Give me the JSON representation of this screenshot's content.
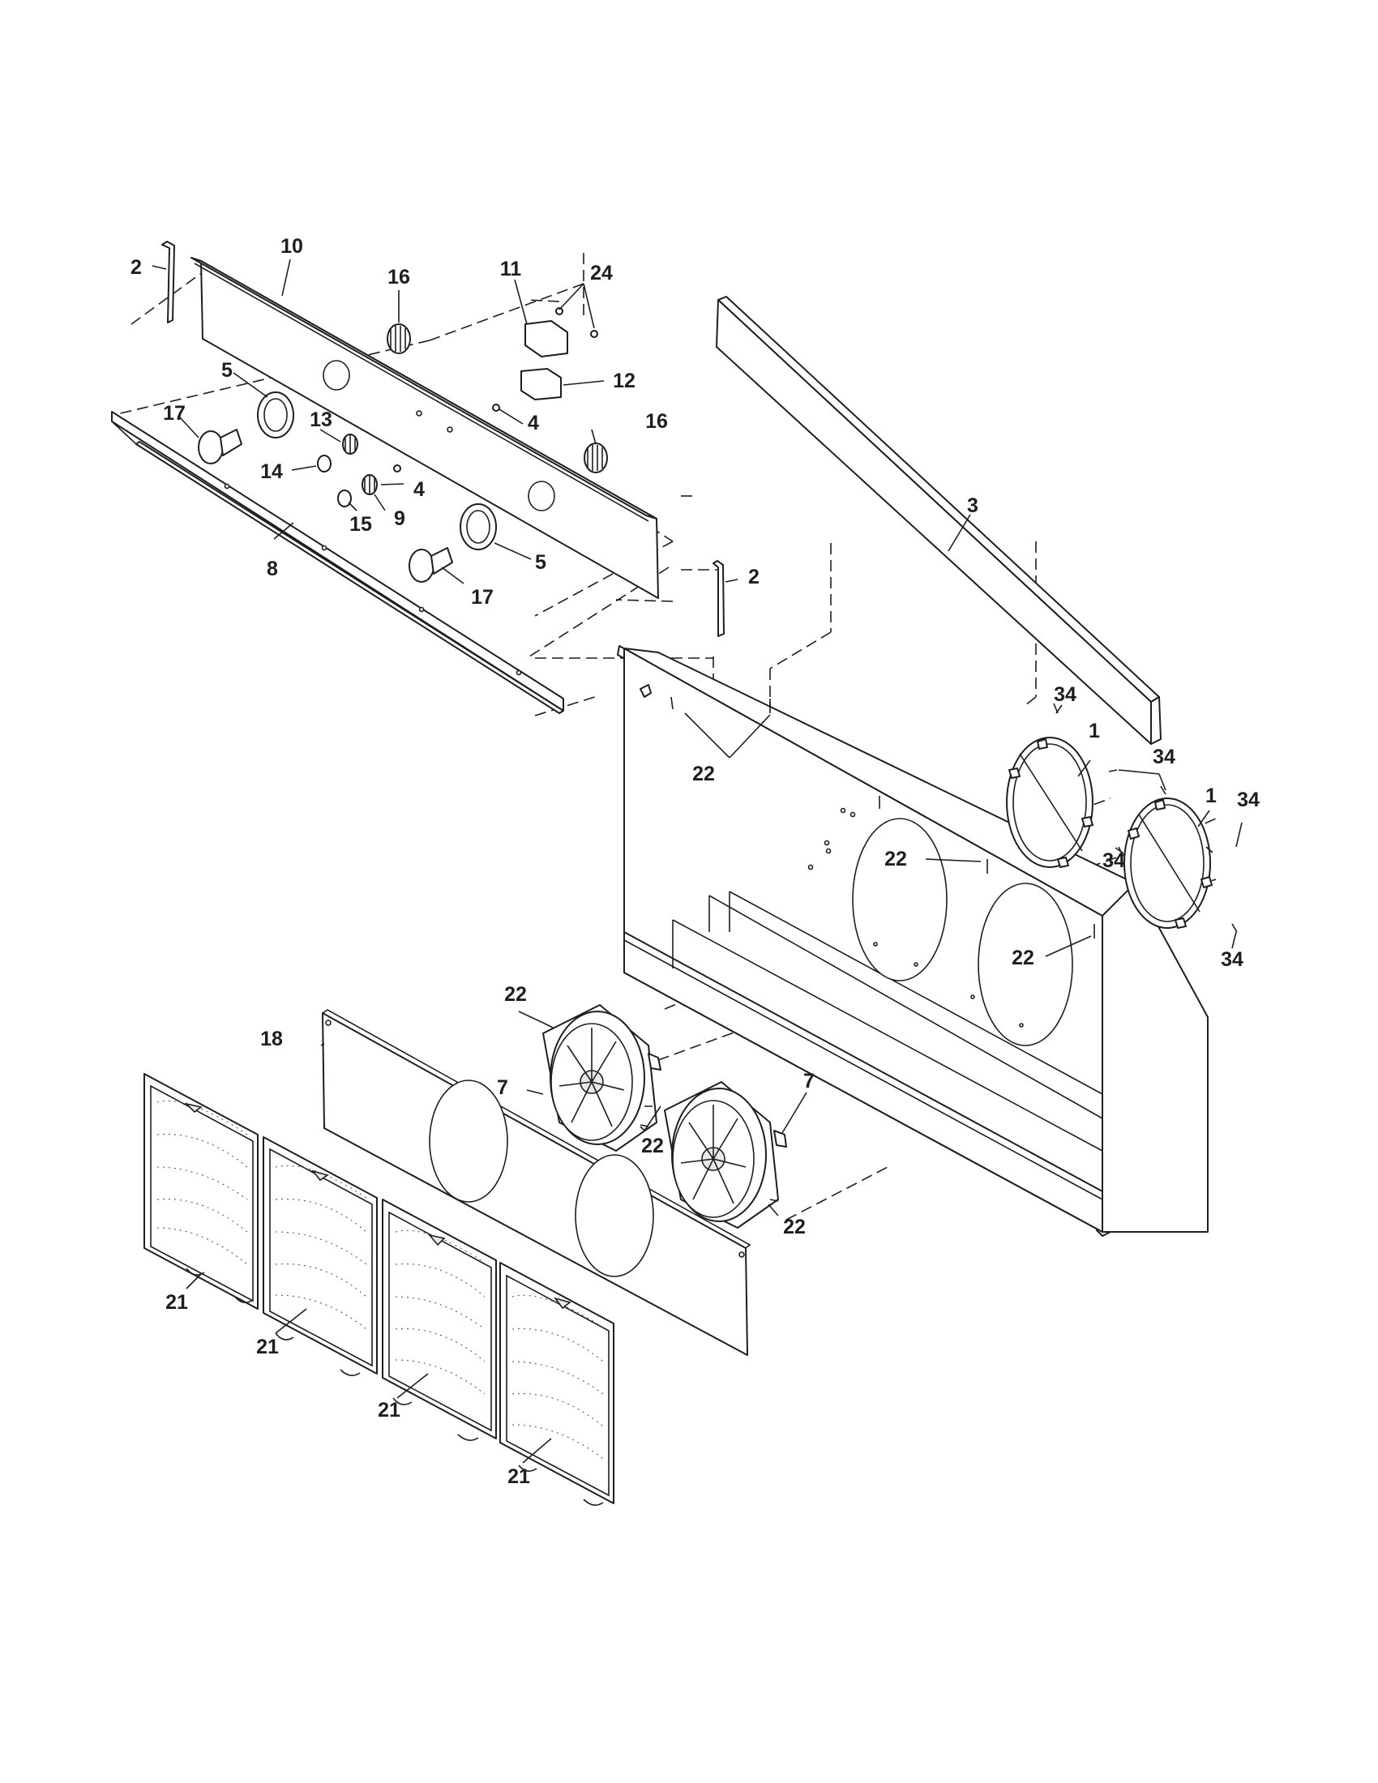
{
  "diagram": {
    "callouts": [
      {
        "id": "c-2a",
        "text": "2"
      },
      {
        "id": "c-10",
        "text": "10"
      },
      {
        "id": "c-16a",
        "text": "16"
      },
      {
        "id": "c-11",
        "text": "11"
      },
      {
        "id": "c-24",
        "text": "24"
      },
      {
        "id": "c-12",
        "text": "12"
      },
      {
        "id": "c-5a",
        "text": "5"
      },
      {
        "id": "c-17a",
        "text": "17"
      },
      {
        "id": "c-13",
        "text": "13"
      },
      {
        "id": "c-4a",
        "text": "4"
      },
      {
        "id": "c-16b",
        "text": "16"
      },
      {
        "id": "c-14",
        "text": "14"
      },
      {
        "id": "c-4b",
        "text": "4"
      },
      {
        "id": "c-9",
        "text": "9"
      },
      {
        "id": "c-15",
        "text": "15"
      },
      {
        "id": "c-3",
        "text": "3"
      },
      {
        "id": "c-5b",
        "text": "5"
      },
      {
        "id": "c-8",
        "text": "8"
      },
      {
        "id": "c-17b",
        "text": "17"
      },
      {
        "id": "c-2b",
        "text": "2"
      },
      {
        "id": "c-34a",
        "text": "34"
      },
      {
        "id": "c-22a",
        "text": "22"
      },
      {
        "id": "c-1a",
        "text": "1"
      },
      {
        "id": "c-34b",
        "text": "34"
      },
      {
        "id": "c-1b",
        "text": "1"
      },
      {
        "id": "c-34c",
        "text": "34"
      },
      {
        "id": "c-22b",
        "text": "22"
      },
      {
        "id": "c-34d",
        "text": "34"
      },
      {
        "id": "c-22c",
        "text": "22"
      },
      {
        "id": "c-34e",
        "text": "34"
      },
      {
        "id": "c-22d",
        "text": "22"
      },
      {
        "id": "c-18",
        "text": "18"
      },
      {
        "id": "c-7a",
        "text": "7"
      },
      {
        "id": "c-7b",
        "text": "7"
      },
      {
        "id": "c-22e",
        "text": "22"
      },
      {
        "id": "c-22f",
        "text": "22"
      },
      {
        "id": "c-21a",
        "text": "21"
      },
      {
        "id": "c-21b",
        "text": "21"
      },
      {
        "id": "c-21c",
        "text": "21"
      },
      {
        "id": "c-21d",
        "text": "21"
      }
    ]
  }
}
